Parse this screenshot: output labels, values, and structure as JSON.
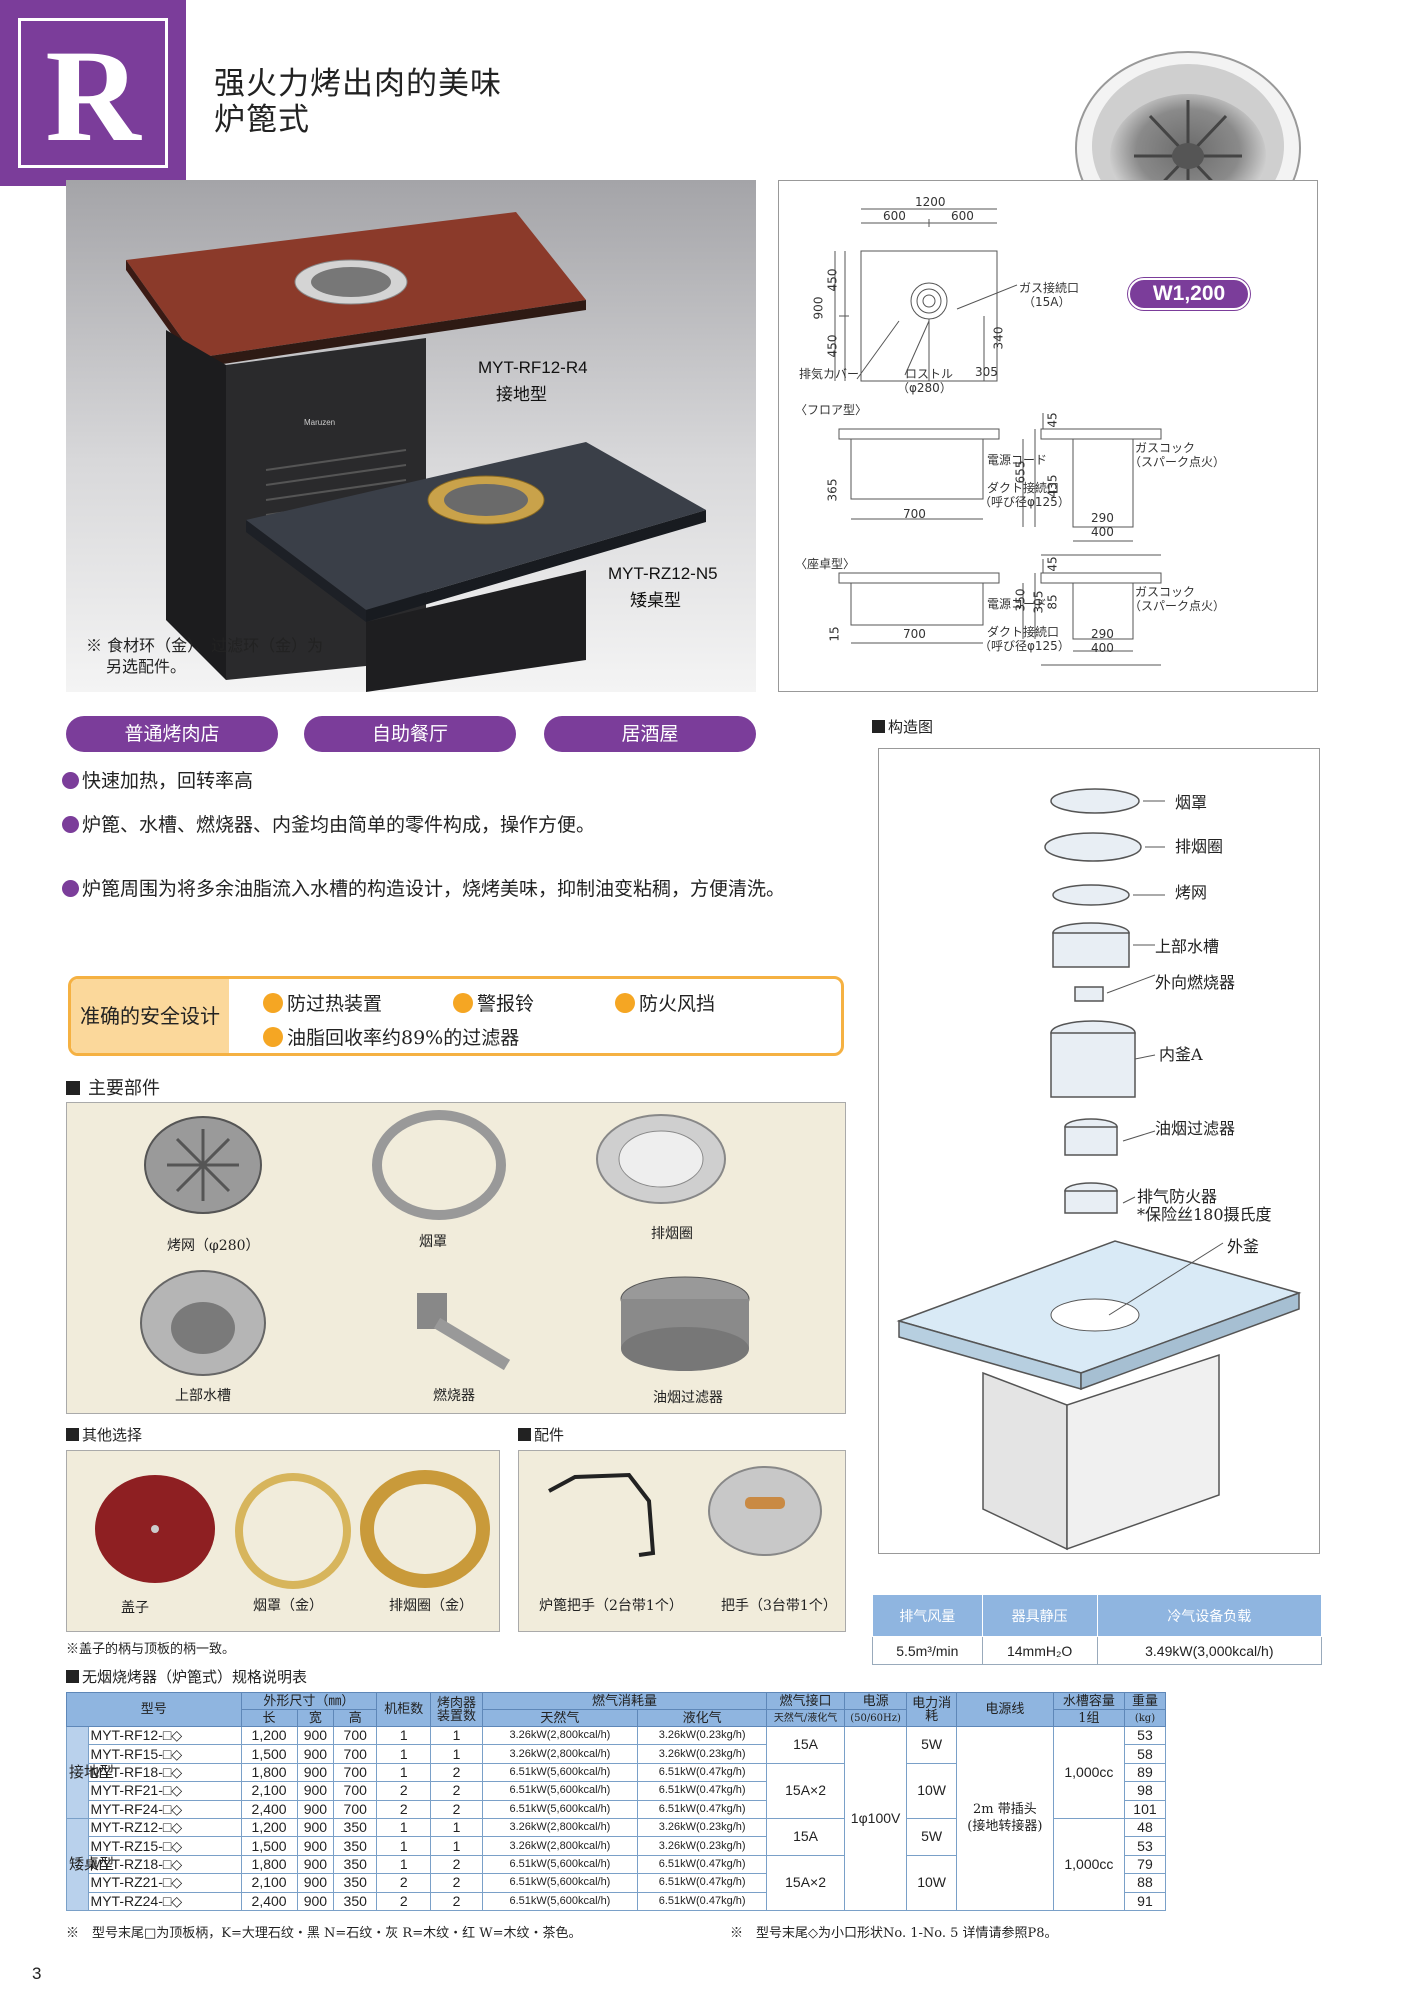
{
  "header": {
    "logo_letter": "R",
    "title_line1": "强火力烤出肉的美味",
    "title_line2": "炉篦式"
  },
  "photo": {
    "model1_code": "MYT-RF12-R4",
    "model1_type": "接地型",
    "model2_code": "MYT-RZ12-N5",
    "model2_type": "矮桌型",
    "brand_mark": "Maruzen",
    "note_line1": "※ 食材环（金）、过滤环（金）为",
    "note_line2": "另选配件。"
  },
  "drawing": {
    "width_badge": "W1,200",
    "dim_1200": "1200",
    "dim_600a": "600",
    "dim_600b": "600",
    "dim_900": "900",
    "dim_450a": "450",
    "dim_450b": "450",
    "dim_340": "340",
    "dim_305": "305",
    "gas_inlet": "ガス接続口",
    "gas_inlet_size": "（15A）",
    "exhaust_cover": "排気カバー",
    "rostle": "ロストル",
    "rostle_size": "（φ280）",
    "floor_type": "〈フロア型〉",
    "desk_type": "〈座卓型〉",
    "power_cord": "電源コード",
    "duct_inlet": "ダクト接続口",
    "duct_size": "（呼び径φ125）",
    "gas_cock": "ガスコック",
    "spark": "（スパーク点火）",
    "dim_700": "700",
    "dim_290": "290",
    "dim_400": "400",
    "dim_45": "45",
    "dim_655": "655",
    "dim_435": "435",
    "dim_365": "365",
    "dim_350": "350",
    "dim_305b": "305",
    "dim_85": "85",
    "dim_15": "15"
  },
  "tags": [
    "普通烤肉店",
    "自助餐厅",
    "居酒屋"
  ],
  "features": [
    "快速加热，回转率高",
    "炉篦、水槽、燃烧器、内釜均由简单的零件构成，操作方便。",
    "炉篦周围为将多余油脂流入水槽的构造设计，烧烤美味，抑制油变粘稠，方便清洗。"
  ],
  "safety": {
    "title": "准确的安全设计",
    "items": [
      "防过热装置",
      "警报铃",
      "防火风挡",
      "油脂回收率约89%的过滤器"
    ]
  },
  "main_parts": {
    "heading": "主要部件",
    "items": [
      "烤网（φ280）",
      "烟罩",
      "排烟圈",
      "上部水槽",
      "燃烧器",
      "油烟过滤器"
    ]
  },
  "other_options": {
    "heading": "其他选择",
    "items": [
      "盖子",
      "烟罩（金）",
      "排烟圈（金）"
    ],
    "note": "※盖子的柄与顶板的柄一致。"
  },
  "accessories": {
    "heading": "配件",
    "items": [
      "炉篦把手（2台带1个）",
      "把手（3台带1个）"
    ]
  },
  "structure": {
    "heading": "构造图",
    "labels": [
      "烟罩",
      "排烟圈",
      "烤网",
      "上部水槽",
      "外向燃烧器",
      "内釜A",
      "油烟过滤器",
      "排气防火器",
      "*保险丝180摄氏度",
      "外釜"
    ]
  },
  "exhaust_table": {
    "headers": [
      "排气风量",
      "器具静压",
      "冷气设备负载"
    ],
    "values": [
      "5.5m³/min",
      "14mmH₂O",
      "3.49kW(3,000kcal/h)"
    ]
  },
  "spec": {
    "heading": "无烟烧烤器（炉篦式）规格说明表",
    "h_model": "型号",
    "h_size": "外形尺寸（㎜）",
    "h_len": "长",
    "h_wid": "宽",
    "h_hgt": "高",
    "h_cab": "机柜数",
    "h_grill": "烤肉器装置数",
    "h_gas": "燃气消耗量",
    "h_ng": "天然气",
    "h_lpg": "液化气",
    "h_gasport": "燃气接口",
    "h_gasport_sub": "天然气/液化气",
    "h_power": "电源",
    "h_power_sub": "(50/60Hz)",
    "h_elec": "电力消耗",
    "h_cord": "电源线",
    "h_water": "水槽容量",
    "h_water_sub": "1组",
    "h_weight": "重量",
    "h_weight_sub": "(kg)",
    "group1": "接地型",
    "group2": "矮桌型",
    "power": "1φ100V",
    "cord": "2m 带插头",
    "cord_sub": "(接地转接器)",
    "water1": "1,000cc",
    "water2": "1,000cc",
    "rows": [
      {
        "model": "MYT-RF12-□◇",
        "l": "1,200",
        "w": "900",
        "h": "700",
        "cab": "1",
        "grill": "1",
        "ng": "3.26kW(2,800kcal/h)",
        "lpg": "3.26kW(0.23kg/h)",
        "port": "15A",
        "elec": "5W",
        "kg": "53"
      },
      {
        "model": "MYT-RF15-□◇",
        "l": "1,500",
        "w": "900",
        "h": "700",
        "cab": "1",
        "grill": "1",
        "ng": "3.26kW(2,800kcal/h)",
        "lpg": "3.26kW(0.23kg/h)",
        "port": "",
        "elec": "",
        "kg": "58"
      },
      {
        "model": "MYT-RF18-□◇",
        "l": "1,800",
        "w": "900",
        "h": "700",
        "cab": "1",
        "grill": "2",
        "ng": "6.51kW(5,600kcal/h)",
        "lpg": "6.51kW(0.47kg/h)",
        "port": "15A×2",
        "elec": "10W",
        "kg": "89"
      },
      {
        "model": "MYT-RF21-□◇",
        "l": "2,100",
        "w": "900",
        "h": "700",
        "cab": "2",
        "grill": "2",
        "ng": "6.51kW(5,600kcal/h)",
        "lpg": "6.51kW(0.47kg/h)",
        "port": "",
        "elec": "",
        "kg": "98"
      },
      {
        "model": "MYT-RF24-□◇",
        "l": "2,400",
        "w": "900",
        "h": "700",
        "cab": "2",
        "grill": "2",
        "ng": "6.51kW(5,600kcal/h)",
        "lpg": "6.51kW(0.47kg/h)",
        "port": "",
        "elec": "",
        "kg": "101"
      },
      {
        "model": "MYT-RZ12-□◇",
        "l": "1,200",
        "w": "900",
        "h": "350",
        "cab": "1",
        "grill": "1",
        "ng": "3.26kW(2,800kcal/h)",
        "lpg": "3.26kW(0.23kg/h)",
        "port": "15A",
        "elec": "5W",
        "kg": "48"
      },
      {
        "model": "MYT-RZ15-□◇",
        "l": "1,500",
        "w": "900",
        "h": "350",
        "cab": "1",
        "grill": "1",
        "ng": "3.26kW(2,800kcal/h)",
        "lpg": "3.26kW(0.23kg/h)",
        "port": "",
        "elec": "",
        "kg": "53"
      },
      {
        "model": "MYT-RZ18-□◇",
        "l": "1,800",
        "w": "900",
        "h": "350",
        "cab": "1",
        "grill": "2",
        "ng": "6.51kW(5,600kcal/h)",
        "lpg": "6.51kW(0.47kg/h)",
        "port": "15A×2",
        "elec": "10W",
        "kg": "79"
      },
      {
        "model": "MYT-RZ21-□◇",
        "l": "2,100",
        "w": "900",
        "h": "350",
        "cab": "2",
        "grill": "2",
        "ng": "6.51kW(5,600kcal/h)",
        "lpg": "6.51kW(0.47kg/h)",
        "port": "",
        "elec": "",
        "kg": "88"
      },
      {
        "model": "MYT-RZ24-□◇",
        "l": "2,400",
        "w": "900",
        "h": "350",
        "cab": "2",
        "grill": "2",
        "ng": "6.51kW(5,600kcal/h)",
        "lpg": "6.51kW(0.47kg/h)",
        "port": "",
        "elec": "",
        "kg": "91"
      }
    ],
    "note1": "※　型号末尾□为顶板柄，K=大理石纹・黑 N=石纹・灰 R=木纹・红 W=木纹・茶色。",
    "note2": "※　型号末尾◇为小口形状No. 1-No. 5 详情请参照P8。"
  },
  "page_number": "3"
}
